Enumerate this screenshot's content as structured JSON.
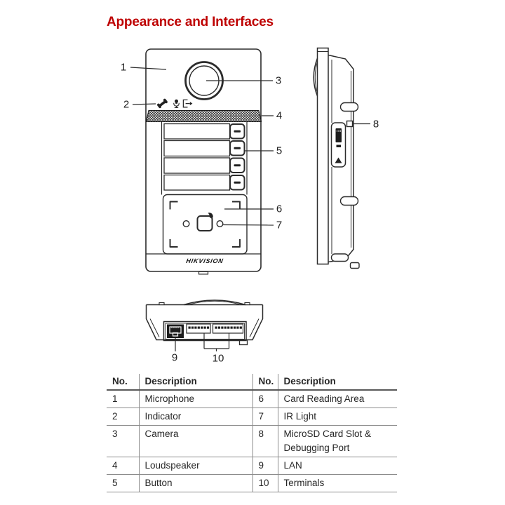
{
  "title": "Appearance and Interfaces",
  "accent_color": "#BE0000",
  "front_view": {
    "logo_text": "HIKVISION",
    "button_count": 4
  },
  "icons": {
    "indicator_icons": [
      "call-handset-icon",
      "microphone-icon",
      "door-exit-icon"
    ],
    "side_icons": [
      "microsd-card-icon",
      "triangle-up-icon"
    ]
  },
  "callouts": {
    "c1": "1",
    "c2": "2",
    "c3": "3",
    "c4": "4",
    "c5": "5",
    "c6": "6",
    "c7": "7",
    "c8": "8",
    "c9": "9",
    "c10": "10"
  },
  "table": {
    "headers": [
      "No.",
      "Description",
      "No.",
      "Description"
    ],
    "rows": [
      {
        "no1": "1",
        "desc1": "Microphone",
        "no2": "6",
        "desc2": "Card Reading Area"
      },
      {
        "no1": "2",
        "desc1": "Indicator",
        "no2": "7",
        "desc2": "IR Light"
      },
      {
        "no1": "3",
        "desc1": "Camera",
        "no2": "8",
        "desc2": "MicroSD Card Slot & Debugging Port"
      },
      {
        "no1": "4",
        "desc1": "Loudspeaker",
        "no2": "9",
        "desc2": "LAN"
      },
      {
        "no1": "5",
        "desc1": "Button",
        "no2": "10",
        "desc2": "Terminals"
      }
    ]
  }
}
